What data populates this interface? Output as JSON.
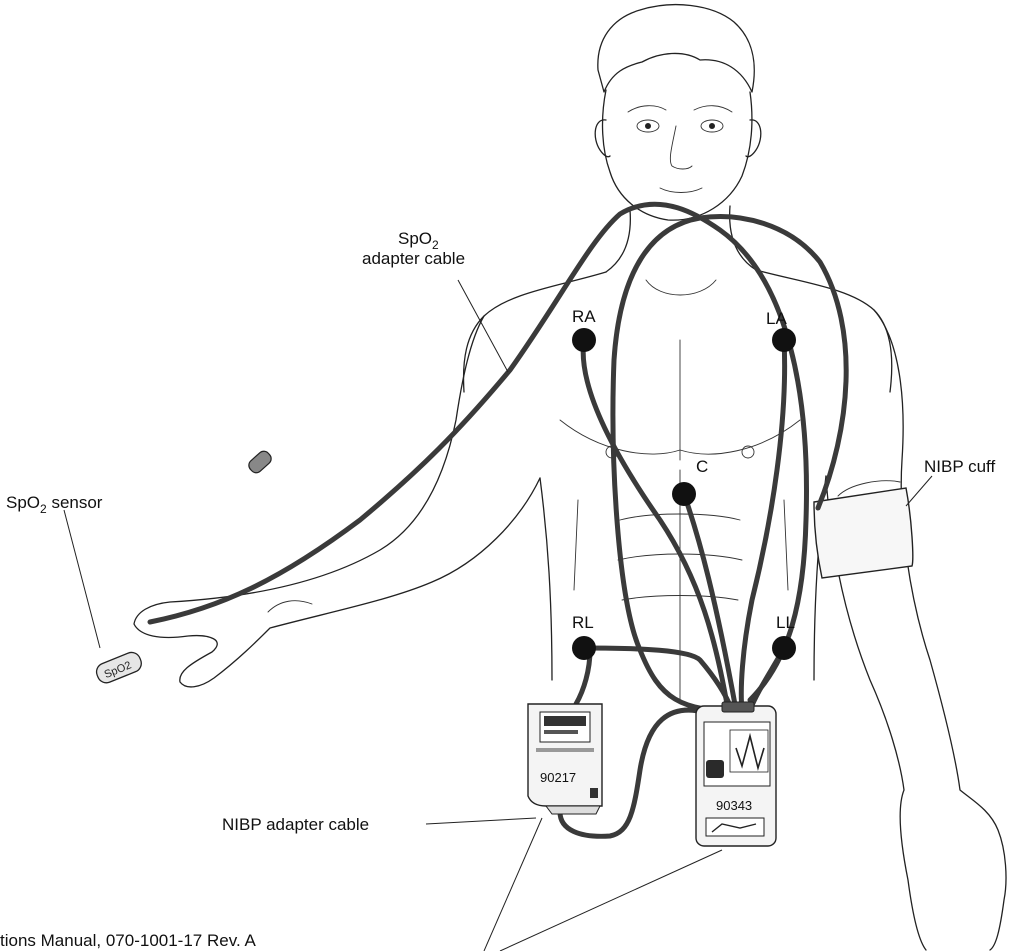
{
  "labels": {
    "spo2_adapter_line1_main": "SpO",
    "spo2_adapter_line1_sub": "2",
    "spo2_adapter_line2": "adapter cable",
    "spo2_sensor_main": "SpO",
    "spo2_sensor_sub": "2",
    "spo2_sensor_rest": " sensor",
    "nibp_cuff": "NIBP cuff",
    "nibp_adapter_cable": "NIBP adapter cable",
    "footer_text": "tions Manual, 070-1001-17 Rev. A"
  },
  "electrodes": {
    "ra": "RA",
    "la": "LA",
    "c": "C",
    "rl": "RL",
    "ll": "LL"
  },
  "devices": {
    "nibp_module": "90217",
    "monitor": "90343",
    "sensor_tag": "SpO2"
  }
}
